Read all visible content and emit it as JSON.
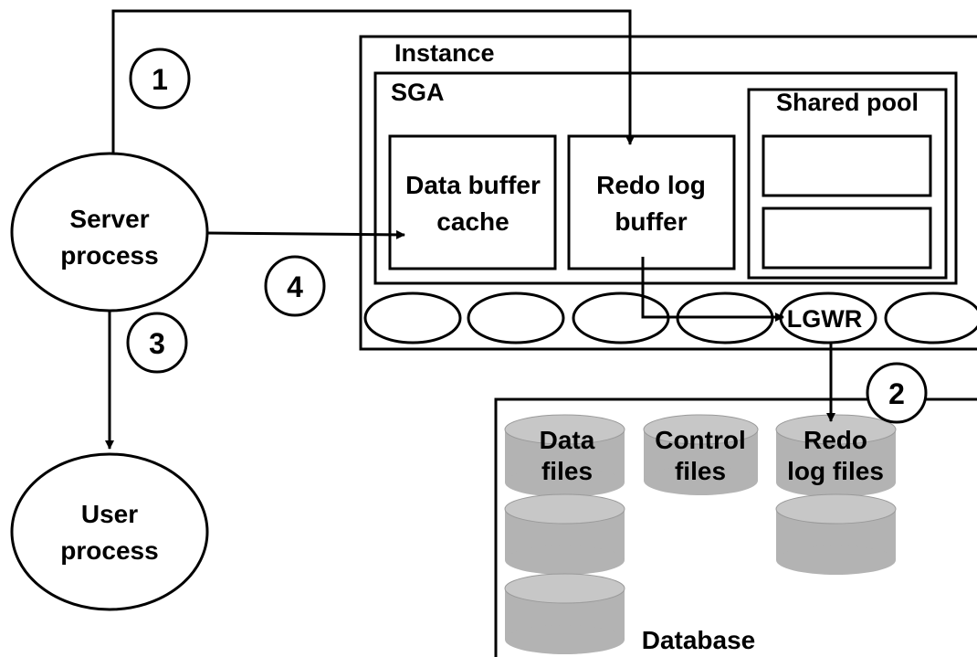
{
  "instance": {
    "title": "Instance",
    "sga": {
      "title": "SGA",
      "data_buffer_cache": [
        "Data buffer",
        "cache"
      ],
      "redo_log_buffer": [
        "Redo log",
        "buffer"
      ],
      "shared_pool": {
        "title": "Shared pool"
      }
    },
    "background_processes": {
      "lgwr_label": "LGWR"
    }
  },
  "server_process": [
    "Server",
    "process"
  ],
  "user_process": [
    "User",
    "process"
  ],
  "database": {
    "title": "Database",
    "data_files": [
      "Data",
      "files"
    ],
    "control_files": [
      "Control",
      "files"
    ],
    "redo_log_files": [
      "Redo",
      "log files"
    ]
  },
  "steps": [
    "1",
    "2",
    "3",
    "4"
  ]
}
